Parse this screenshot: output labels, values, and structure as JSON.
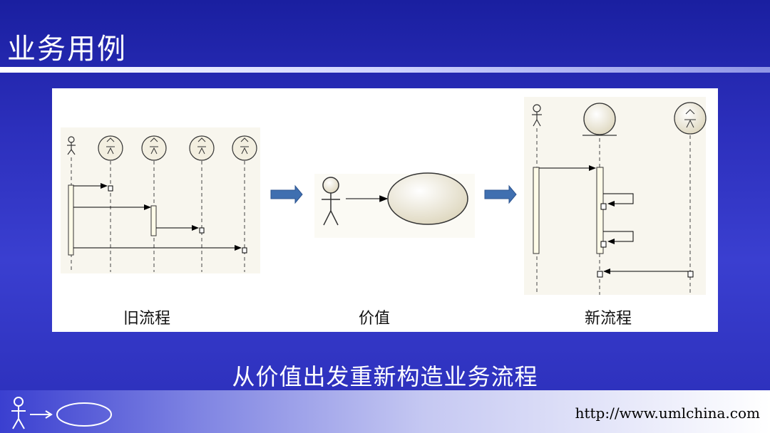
{
  "slide": {
    "title": "业务用例",
    "subtitle": "从价值出发重新构造业务流程",
    "url": "http://www.umlchina.com"
  },
  "diagram": {
    "old_caption": "旧流程",
    "value_caption": "价值",
    "new_caption": "新流程"
  },
  "icons": {
    "footer_logo": "actor-to-usecase-icon",
    "flow_arrow": "right-arrow-icon"
  },
  "colors": {
    "background": "#2c2fbc",
    "arrow": "#3f6fb0",
    "bubble": "#f2eedf"
  }
}
